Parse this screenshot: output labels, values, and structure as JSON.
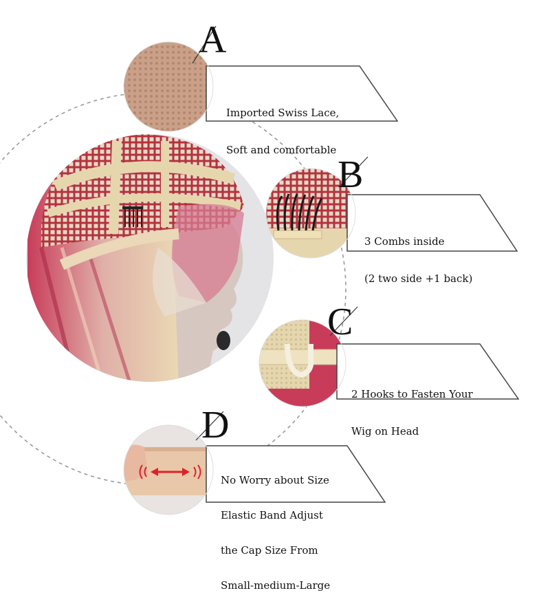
{
  "features": [
    {
      "letter": "A",
      "lines": [
        "Imported Swiss Lace,",
        "Soft and comfortable"
      ]
    },
    {
      "letter": "B",
      "lines": [
        "3 Combs inside",
        "(2 two side +1 back)"
      ]
    },
    {
      "letter": "C",
      "lines": [
        "2 Hooks to Fasten Your",
        "Wig on Head"
      ]
    },
    {
      "letter": "D",
      "lines": [
        "No Worry about Size",
        "Elastic Band Adjust",
        "the Cap Size From",
        "Small-medium-Large"
      ]
    }
  ],
  "colors": {
    "lace": "#caa088",
    "lace_dots": "#b48870",
    "pink": "#c83c5a",
    "blonde": "#e8d8b0",
    "skin": "#d8c8c0",
    "dash": "#999999",
    "arrow": "#e0202a"
  }
}
